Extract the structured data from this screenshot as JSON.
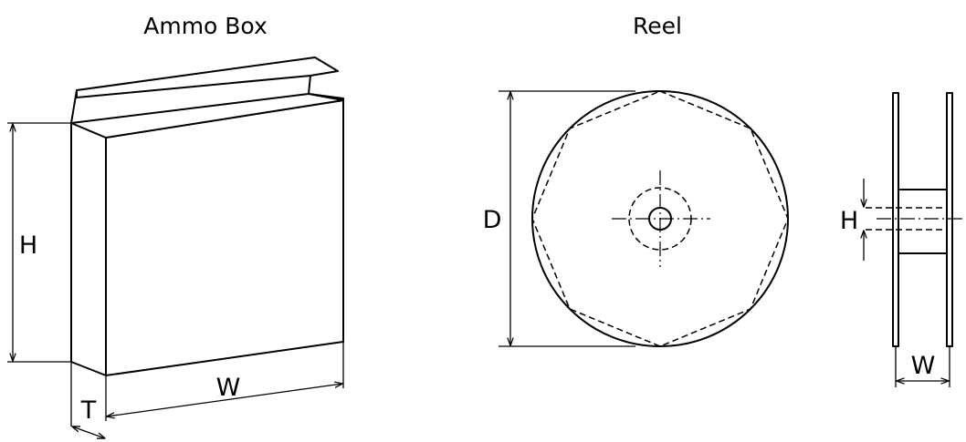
{
  "ammo_box": {
    "title": "Ammo Box",
    "dim_height": "H",
    "dim_width": "W",
    "dim_thickness": "T"
  },
  "reel": {
    "title": "Reel",
    "dim_diameter": "D",
    "dim_hub_height": "H",
    "dim_width": "W"
  }
}
